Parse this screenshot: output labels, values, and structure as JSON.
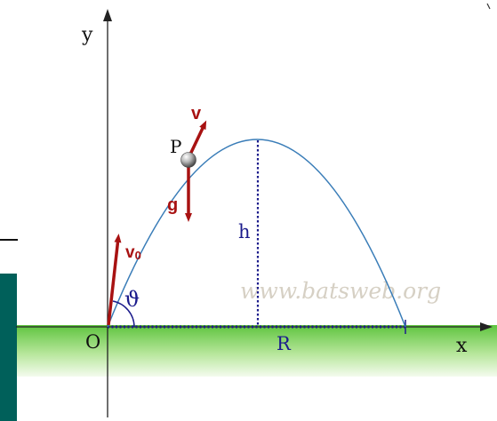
{
  "diagram": {
    "axes": {
      "x_label": "x",
      "y_label": "y",
      "origin_label": "O"
    },
    "labels": {
      "point": "P",
      "velocity": "v",
      "initial_velocity_symbol": "v",
      "initial_velocity_subscript": "0",
      "gravity": "g",
      "height": "h",
      "range": "R",
      "angle": "ϑ"
    },
    "watermark": "www.batsweb.org",
    "colors": {
      "trajectory": "#3a7db8",
      "vectors": "#a81212",
      "height_line": "#1c1c8c",
      "range_line": "#1c1c8c",
      "axis": "#222222",
      "ground_top": "#5fc43f",
      "ground_bottom": "#f2fbe9",
      "side_panel": "#00605a",
      "watermark": "#d6d0c4",
      "label_blue": "#1c1c8c",
      "label_red": "#a81212"
    }
  }
}
